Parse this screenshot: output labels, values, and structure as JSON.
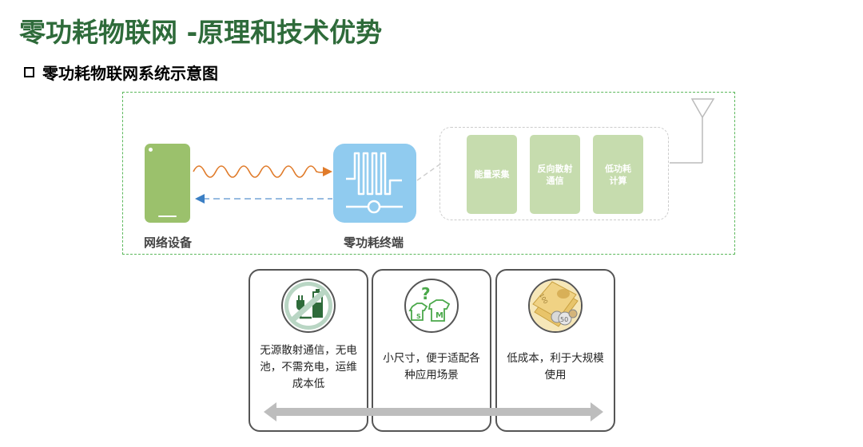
{
  "title": "零功耗物联网 -原理和技术优势",
  "subtitle": "零功耗物联网系统示意图",
  "diagram": {
    "network_device_label": "网络设备",
    "terminal_label": "零功耗终端",
    "modules": [
      {
        "label_line1": "能量采集",
        "label_line2": ""
      },
      {
        "label_line1": "反向散射",
        "label_line2": "通信"
      },
      {
        "label_line1": "低功耗",
        "label_line2": "计算"
      }
    ],
    "colors": {
      "device": "#9bc16c",
      "terminal": "#90cbef",
      "module": "#c6dcae",
      "downlink_wave": "#e07b2a",
      "uplink_arrow": "#3b7fc4",
      "border": "#5cb85c"
    }
  },
  "advantages": [
    {
      "icon": "no-charge-battery-icon",
      "text_lines": [
        "无源散射通信，无电",
        "池，不需充电，运维",
        "成本低"
      ]
    },
    {
      "icon": "small-size-shirt-icon",
      "text_lines": [
        "小尺寸，便于适配各",
        "种应用场景"
      ]
    },
    {
      "icon": "money-icon",
      "text_lines": [
        "低成本，利于大规模",
        "使用"
      ]
    }
  ]
}
